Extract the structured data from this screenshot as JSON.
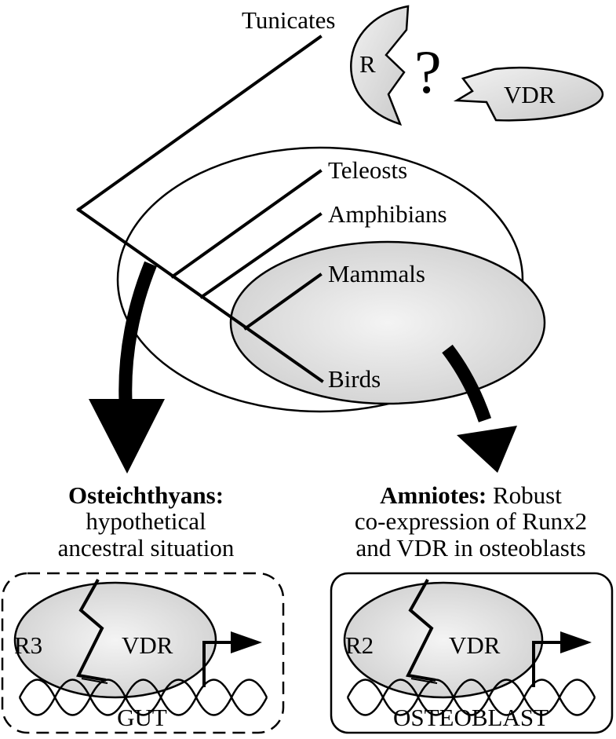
{
  "colors": {
    "ink": "#000000",
    "shade": "#d9d9d9",
    "background": "#ffffff"
  },
  "tree": {
    "tunicates": "Tunicates",
    "teleosts": "Teleosts",
    "amphibians": "Amphibians",
    "mammals": "Mammals",
    "birds": "Birds"
  },
  "top_interaction": {
    "runx_label": "R",
    "question_mark": "?",
    "vdr_label": "VDR"
  },
  "left_panel": {
    "caption_bold": "Osteichthyans:",
    "caption_line2": "hypothetical",
    "caption_line3": "ancestral situation",
    "runx_label": "R3",
    "vdr_label": "VDR",
    "tissue": "GUT",
    "border_style": "dashed"
  },
  "right_panel": {
    "caption_bold": "Amniotes:",
    "caption_line1_rest": " Robust",
    "caption_line2": "co-expression of Runx2",
    "caption_line3": "and VDR in osteoblasts",
    "runx_label": "R2",
    "vdr_label": "VDR",
    "tissue": "OSTEOBLAST",
    "border_style": "solid"
  }
}
